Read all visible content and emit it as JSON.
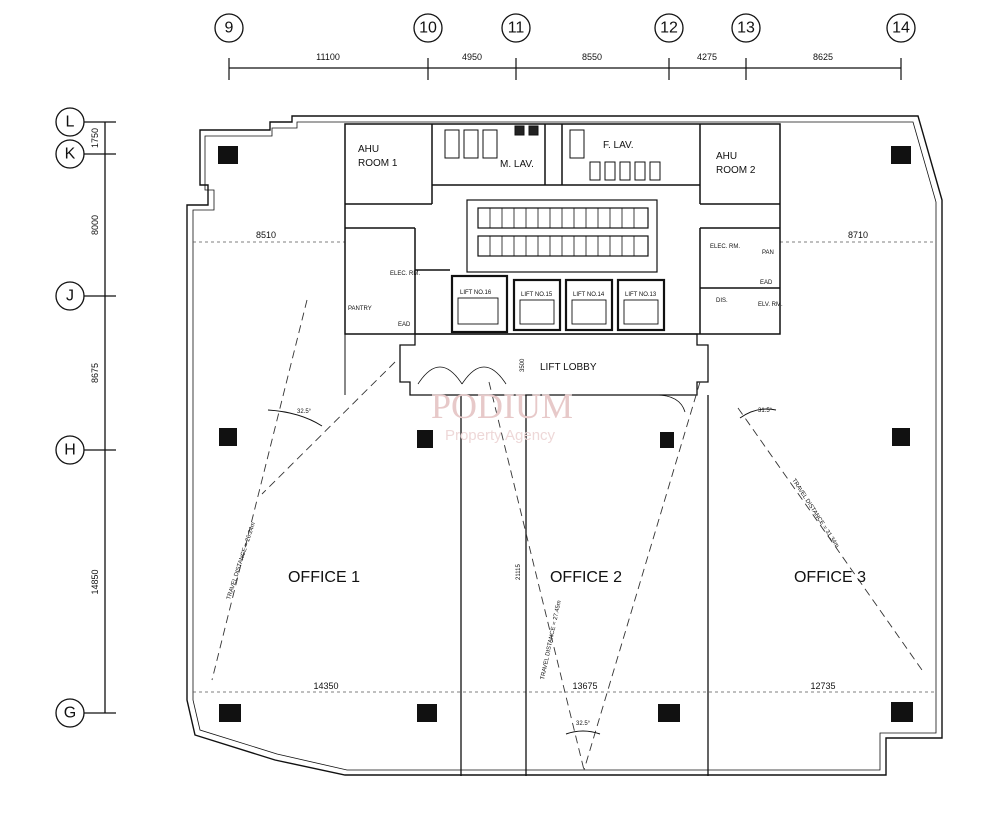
{
  "grid": {
    "columns": [
      "9",
      "10",
      "11",
      "12",
      "13",
      "14"
    ],
    "rows": [
      "L",
      "K",
      "J",
      "H",
      "G"
    ],
    "column_spacing": [
      "11100",
      "4950",
      "8550",
      "4275",
      "8625"
    ],
    "row_spacing": [
      "1750",
      "8000",
      "8675",
      "14850"
    ]
  },
  "rooms": {
    "ahu1": "AHU",
    "ahu1b": "ROOM 1",
    "ahu2": "AHU",
    "ahu2b": "ROOM 2",
    "mlav": "M. LAV.",
    "flav": "F. LAV.",
    "pantry": "PANTRY",
    "elec_rm": "ELEC. RM.",
    "elec_rm2": "ELEC. RM.",
    "elv_rm": "ELV. RM.",
    "dis": "DIS.",
    "ead": "EAD",
    "ead2": "EAD",
    "pan": "PAN",
    "lift_lobby": "LIFT LOBBY",
    "lift16": "LIFT NO.16",
    "lift15": "LIFT NO.15",
    "lift14": "LIFT NO.14",
    "lift13": "LIFT NO.13"
  },
  "offices": [
    "OFFICE 1",
    "OFFICE 2",
    "OFFICE 3"
  ],
  "dims": {
    "top_left": "8510",
    "top_right": "8710",
    "bot1": "14350",
    "bot2": "13675",
    "bot3": "12735",
    "lobby_depth": "3500",
    "office2_depth": "21115"
  },
  "angles": {
    "a1": "32.5°",
    "a2": "32.5°",
    "a3": "31.5°"
  },
  "travel": {
    "t1": "TRAVEL DISTANCE = 26.24m",
    "t2": "TRAVEL DISTANCE = 27.45m",
    "t3": "TRAVEL DISTANCE = 31.34m"
  },
  "watermark": {
    "brand": "PODIUM",
    "sub": "Property Agency"
  }
}
